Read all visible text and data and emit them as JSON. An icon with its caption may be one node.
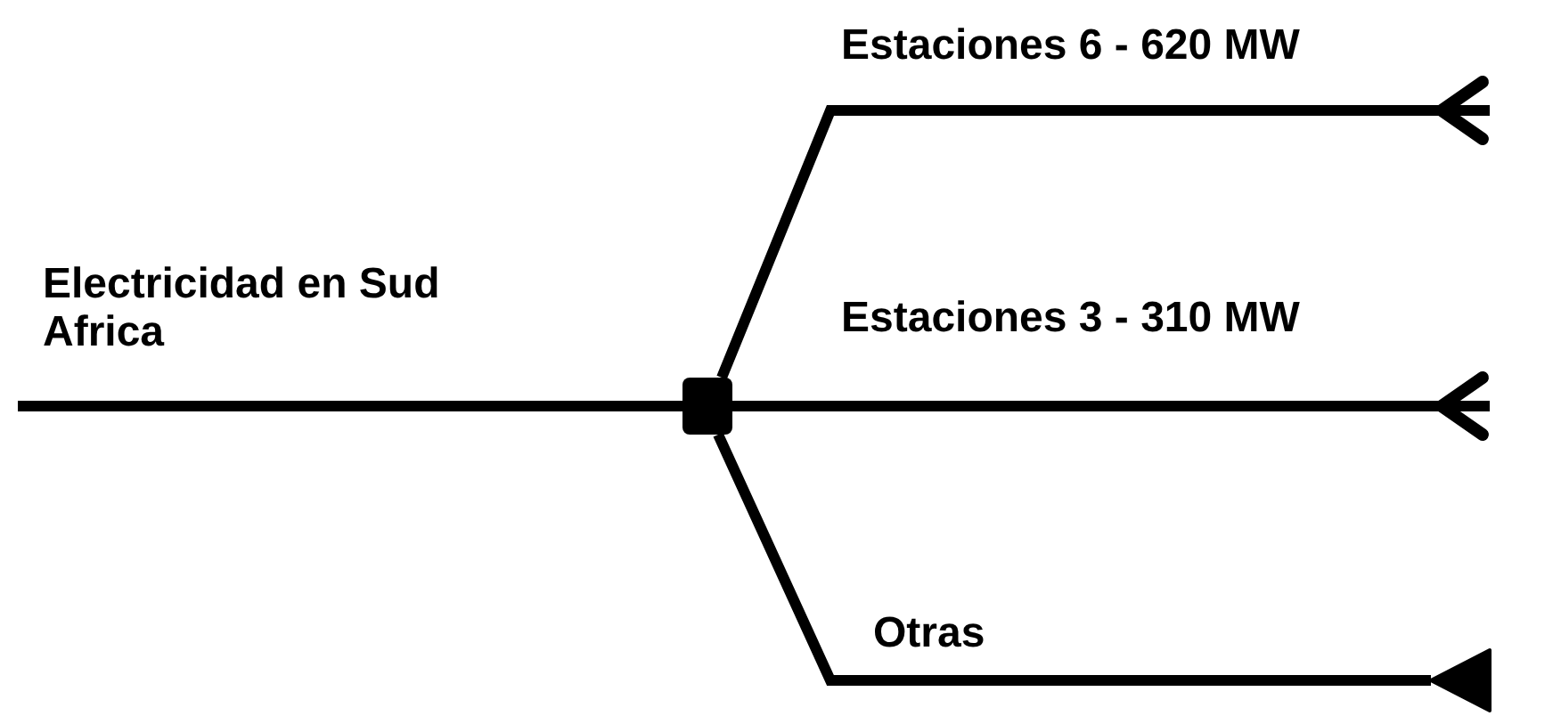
{
  "diagram": {
    "nodes": [
      {
        "text": [],
        "shape": "box"
      },
      {
        "text": [],
        "shape": "triangle"
      }
    ],
    "edges": [
      {
        "from": null,
        "to": 0,
        "arrow": "none",
        "label": "Electricidad en Sud Africa"
      },
      {
        "from": 0,
        "to": null,
        "arrow": "other",
        "label": "Estaciones 6 - 620 MW"
      },
      {
        "from": 0,
        "to": null,
        "arrow": "other",
        "label": "Estaciones 3 - 310 MW"
      },
      {
        "from": 0,
        "to": 1,
        "arrow": "none",
        "label": "Otras"
      }
    ]
  }
}
